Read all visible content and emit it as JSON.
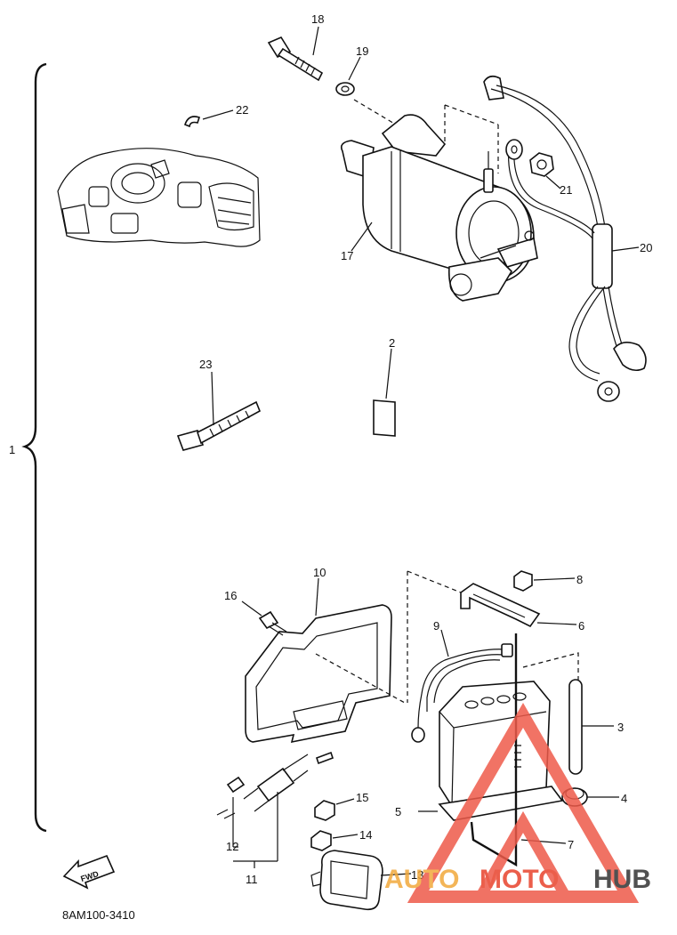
{
  "diagram": {
    "part_code": "8AM100-3410",
    "fwd_label": "FWD",
    "brace_label": "1",
    "callouts": {
      "p2": "2",
      "p3": "3",
      "p4": "4",
      "p5": "5",
      "p6": "6",
      "p7": "7",
      "p8": "8",
      "p9": "9",
      "p10": "10",
      "p11": "11",
      "p12": "12",
      "p13": "13",
      "p14": "14",
      "p15": "15",
      "p16": "16",
      "p17": "17",
      "p18": "18",
      "p19": "19",
      "p20": "20",
      "p21": "21",
      "p22": "22",
      "p23": "23"
    }
  },
  "watermark": {
    "auto": "AUTO",
    "moto": "MOTO",
    "hub": "HUB",
    "colors": {
      "auto": "#f2a93b",
      "moto": "#e8432c",
      "hub": "#333333",
      "triangle": "#ee5a4a"
    }
  }
}
